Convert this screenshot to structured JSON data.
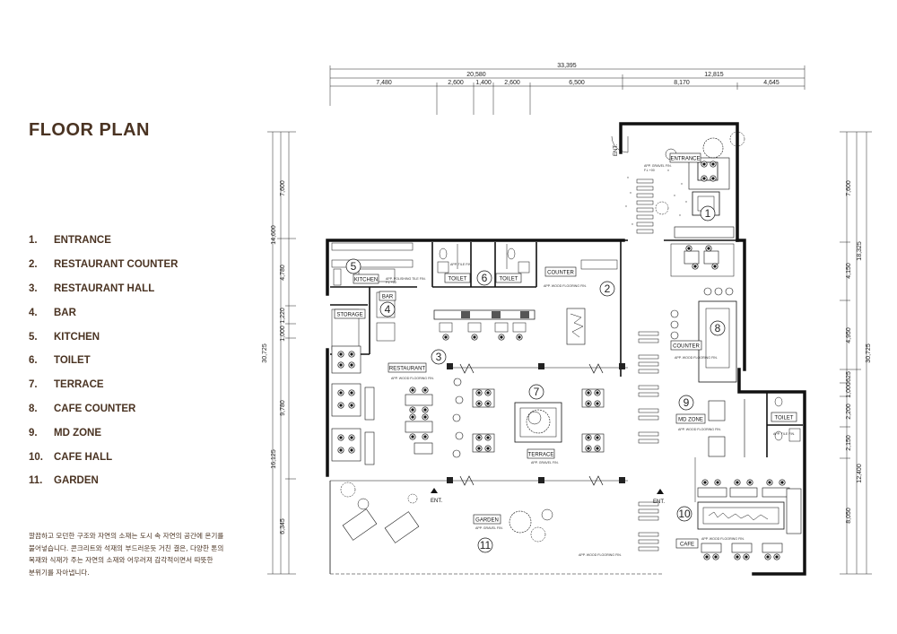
{
  "title": "FLOOR PLAN",
  "legend": [
    {
      "num": "1.",
      "label": "ENTRANCE"
    },
    {
      "num": "2.",
      "label": "RESTAURANT COUNTER"
    },
    {
      "num": "3.",
      "label": "RESTAURANT HALL"
    },
    {
      "num": "4.",
      "label": "BAR"
    },
    {
      "num": "5.",
      "label": "KITCHEN"
    },
    {
      "num": "6.",
      "label": "TOILET"
    },
    {
      "num": "7.",
      "label": "TERRACE"
    },
    {
      "num": "8.",
      "label": "CAFE COUNTER"
    },
    {
      "num": "9.",
      "label": "MD ZONE"
    },
    {
      "num": "10.",
      "label": "CAFE HALL"
    },
    {
      "num": "11.",
      "label": "GARDEN"
    }
  ],
  "description": [
    "깔끔하고 모던한 구조와 자연의 소재는 도시 속 자연의 공간에 온기를",
    "불어넣습니다. 콘크리트와 석재의 부드러운듯 거친 결은, 다양한 톤의",
    "목재와 식재가 주는 자연의 소재와 어우러져 감각적이면서 따뜻한",
    "분위기를 자아냅니다."
  ],
  "dimensions": {
    "top_total": "33,395",
    "top_left": "20,580",
    "top_right": "12,815",
    "top_segments": [
      "7,480",
      "2,600",
      "1,400",
      "2,600",
      "6,500",
      "8,170",
      "4,645"
    ],
    "left_total": "30,725",
    "left_upper": "14,600",
    "left_lower": "16,125",
    "left_segments": [
      "7,600",
      "4,780",
      "1,220",
      "1,000",
      "9,780",
      "6,345"
    ],
    "right_total": "30,725",
    "right_upper": "18,325",
    "right_lower": "12,400",
    "right_segments": [
      "7,600",
      "4,150",
      "4,950",
      "625",
      "1,000",
      "2,200",
      "2,150",
      "8,050"
    ]
  },
  "rooms": {
    "entrance": "ENTRANCE",
    "kitchen": "KITCHEN",
    "bar": "BAR",
    "storage": "STORAGE",
    "toilet_1": "TOILET",
    "toilet_2": "TOILET",
    "toilet_3": "TOILET",
    "counter_restaurant": "COUNTER",
    "counter_cafe": "COUNTER",
    "restaurant": "RESTAURANT",
    "terrace": "TERRACE",
    "md_zone": "MD ZONE",
    "garden": "GARDEN",
    "cafe": "CAFE"
  },
  "callouts": [
    "1",
    "2",
    "3",
    "4",
    "5",
    "6",
    "7",
    "8",
    "9",
    "10",
    "11"
  ],
  "markers": {
    "ent_left": "ENT.",
    "ent_right": "ENT.",
    "ent_top": "ENT."
  },
  "finishes": {
    "entrance_fin": "APP. GRAVEL FIN.",
    "restaurant_counter_fin": "APP. POLISHING TILE FIN.",
    "wood_fin": "APP. WOOD FLOORING FIN.",
    "tile_fin": "APP. TILE FIN.",
    "terrace_fin": "APP. GRAVEL FIN.",
    "garden_fin": "APP. GRAVEL FIN.",
    "level": "F.L +00"
  }
}
